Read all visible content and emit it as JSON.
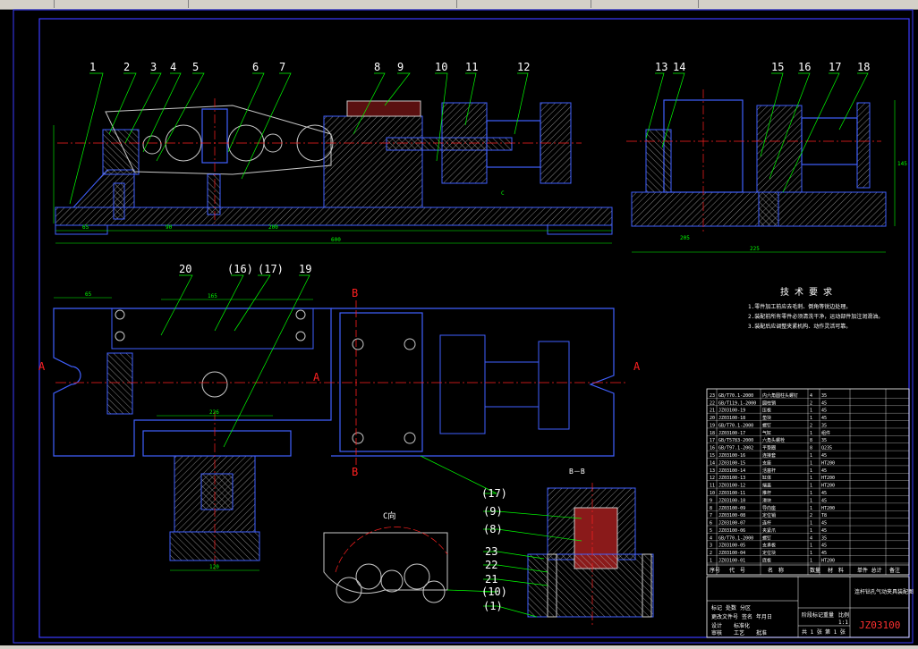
{
  "window": {
    "chrome_color": "#d4d0c8"
  },
  "colors": {
    "background": "#000000",
    "frame": "#3b3bff",
    "part": "#4060ff",
    "hatch": "#c8c8c8",
    "dimension": "#00ff00",
    "centerline": "#ff2020",
    "leader": "#00ff00",
    "text": "#ffffff",
    "section": "#ff0000",
    "fill_red": "#8a1a1a"
  },
  "drawing": {
    "callouts_top": [
      "1",
      "2",
      "3",
      "4",
      "5",
      "6",
      "7",
      "8",
      "9",
      "10",
      "11",
      "12",
      "13",
      "14",
      "15",
      "16",
      "17",
      "18"
    ],
    "callouts_mid": [
      "20",
      "(16)",
      "(17)",
      "19"
    ],
    "callouts_low": [
      "(17)",
      "(9)",
      "(8)",
      "23",
      "22",
      "21",
      "(10)",
      "(1)"
    ],
    "section_marks": {
      "a": "A",
      "b": "B",
      "c": "C"
    },
    "view_titles": {
      "bb": "B－B",
      "c_view": "C向"
    },
    "view_arrow_c": "C",
    "dims_top": [
      "65",
      "90",
      "200",
      "600"
    ],
    "dims_mid": [
      "65",
      "165",
      "226",
      "120"
    ],
    "dims_side": [
      "145",
      "225",
      "205"
    ]
  },
  "tech_requirements": {
    "title": "技 术 要 求",
    "lines": [
      "1.零件加工前应去毛刺、倒角等锐边处理。",
      "2.装配前所有零件必须清洗干净，运动部件加注润滑油。",
      "3.装配后应调整夹紧机构、动作灵活可靠。"
    ]
  },
  "bom": {
    "rows": [
      {
        "no": "23",
        "code": "GB/T70.1-2000",
        "name": "内六角圆柱头螺钉",
        "qty": "4",
        "mat": "35"
      },
      {
        "no": "22",
        "code": "GB/T119.1-2000",
        "name": "圆柱销",
        "qty": "2",
        "mat": "45"
      },
      {
        "no": "21",
        "code": "JZ03100-19",
        "name": "压板",
        "qty": "1",
        "mat": "45"
      },
      {
        "no": "20",
        "code": "JZ03100-18",
        "name": "垫块",
        "qty": "1",
        "mat": "45"
      },
      {
        "no": "19",
        "code": "GB/T70.1-2000",
        "name": "螺钉",
        "qty": "2",
        "mat": "35"
      },
      {
        "no": "18",
        "code": "JZ03100-17",
        "name": "气缸",
        "qty": "1",
        "mat": "组件"
      },
      {
        "no": "17",
        "code": "GB/T5783-2000",
        "name": "六角头螺栓",
        "qty": "8",
        "mat": "35"
      },
      {
        "no": "16",
        "code": "GB/T97.1-2002",
        "name": "平垫圈",
        "qty": "8",
        "mat": "Q235"
      },
      {
        "no": "15",
        "code": "JZ03100-16",
        "name": "连接套",
        "qty": "1",
        "mat": "45"
      },
      {
        "no": "14",
        "code": "JZ03100-15",
        "name": "支座",
        "qty": "1",
        "mat": "HT200"
      },
      {
        "no": "13",
        "code": "JZ03100-14",
        "name": "活塞杆",
        "qty": "1",
        "mat": "45"
      },
      {
        "no": "12",
        "code": "JZ03100-13",
        "name": "缸体",
        "qty": "1",
        "mat": "HT200"
      },
      {
        "no": "11",
        "code": "JZ03100-12",
        "name": "端盖",
        "qty": "1",
        "mat": "HT200"
      },
      {
        "no": "10",
        "code": "JZ03100-11",
        "name": "推杆",
        "qty": "1",
        "mat": "45"
      },
      {
        "no": "9",
        "code": "JZ03100-10",
        "name": "滑块",
        "qty": "1",
        "mat": "45"
      },
      {
        "no": "8",
        "code": "JZ03100-09",
        "name": "导向座",
        "qty": "1",
        "mat": "HT200"
      },
      {
        "no": "7",
        "code": "JZ03100-08",
        "name": "定位销",
        "qty": "2",
        "mat": "T8"
      },
      {
        "no": "6",
        "code": "JZ03100-07",
        "name": "连杆",
        "qty": "1",
        "mat": "45"
      },
      {
        "no": "5",
        "code": "JZ03100-06",
        "name": "夹紧爪",
        "qty": "1",
        "mat": "45"
      },
      {
        "no": "4",
        "code": "GB/T70.1-2000",
        "name": "螺钉",
        "qty": "4",
        "mat": "35"
      },
      {
        "no": "3",
        "code": "JZ03100-05",
        "name": "支承板",
        "qty": "1",
        "mat": "45"
      },
      {
        "no": "2",
        "code": "JZ03100-04",
        "name": "定位块",
        "qty": "1",
        "mat": "45"
      },
      {
        "no": "1",
        "code": "JZ03100-01",
        "name": "底板",
        "qty": "1",
        "mat": "HT200"
      }
    ],
    "header": {
      "no": "序号",
      "code": "代　号",
      "name": "名　称",
      "qty": "数量",
      "mat": "材　料",
      "weight": "单件 总计",
      "note": "备注"
    }
  },
  "title_block": {
    "drawing_title": "连杆钻孔气动夹具装配图",
    "drawing_no": "JZ03100",
    "scale_label": "比例",
    "scale": "1:1",
    "stage_label": "阶段标记",
    "weight_label": "重量",
    "sheet_total": "共 1 张",
    "sheet_no": "第 1 张",
    "row_labels": [
      "标记",
      "处数",
      "分区",
      "更改文件号",
      "签名",
      "年月日"
    ],
    "roles": [
      "设计",
      "标准化",
      "审核",
      "工艺",
      "批准"
    ]
  }
}
